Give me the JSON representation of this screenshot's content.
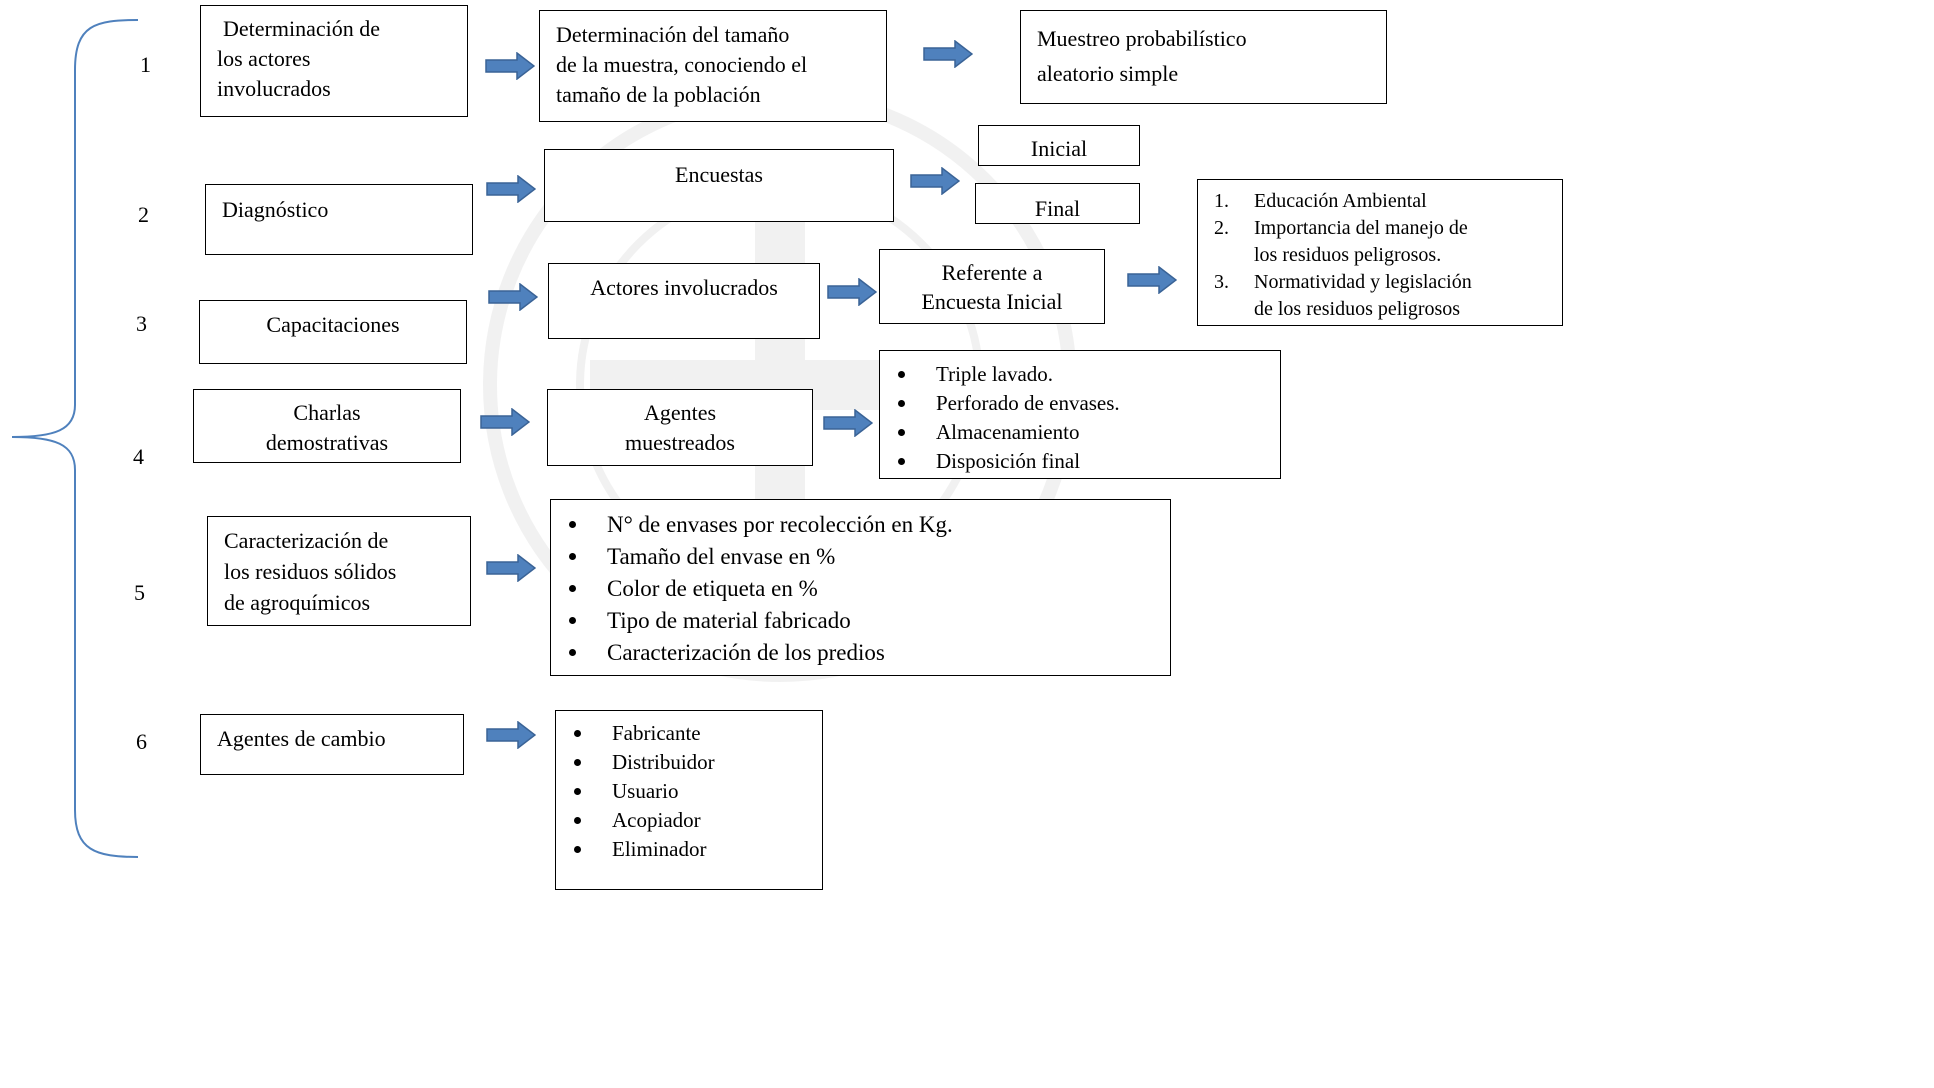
{
  "colors": {
    "arrow_fill": "#4f81bd",
    "arrow_stroke": "#3a6396",
    "bracket": "#4f81bd"
  },
  "numbers": [
    "1",
    "2",
    "3",
    "4",
    "5",
    "6"
  ],
  "row1": {
    "actors": [
      "Determinación de",
      "los actores",
      "involucrados"
    ],
    "sample_size": [
      "Determinación del tamaño",
      "de la muestra, conociendo el",
      "tamaño de la población"
    ],
    "sampling": [
      "Muestreo probabilístico",
      "aleatorio simple"
    ]
  },
  "row2": {
    "diagnostico": "Diagnóstico",
    "encuestas": "Encuestas",
    "inicial": "Inicial",
    "final": "Final"
  },
  "row3": {
    "capacitaciones": "Capacitaciones",
    "actores_involucrados": "Actores involucrados",
    "referente": [
      "Referente a",
      "Encuesta Inicial"
    ],
    "topics": [
      {
        "n": "1.",
        "lines": [
          "Educación Ambiental"
        ]
      },
      {
        "n": "2.",
        "lines": [
          "Importancia del manejo de",
          "los residuos peligrosos."
        ]
      },
      {
        "n": "3.",
        "lines": [
          "Normatividad y legislación",
          "de los residuos  peligrosos"
        ]
      }
    ]
  },
  "row4": {
    "charlas": [
      "Charlas",
      "demostrativas"
    ],
    "agentes": [
      "Agentes",
      "muestreados"
    ],
    "practices": [
      "Triple lavado.",
      "Perforado de envases.",
      "Almacenamiento",
      "Disposición final"
    ]
  },
  "row5": {
    "caracterizacion": [
      "Caracterización de",
      "los residuos sólidos",
      "de agroquímicos"
    ],
    "items": [
      "N° de envases por recolección en Kg.",
      "Tamaño del envase en %",
      "Color de etiqueta en %",
      "Tipo de material fabricado",
      "Caracterización de los predios"
    ]
  },
  "row6": {
    "agentes_cambio": "Agentes de cambio",
    "items": [
      "Fabricante",
      "Distribuidor",
      "Usuario",
      "Acopiador",
      "Eliminador"
    ]
  }
}
